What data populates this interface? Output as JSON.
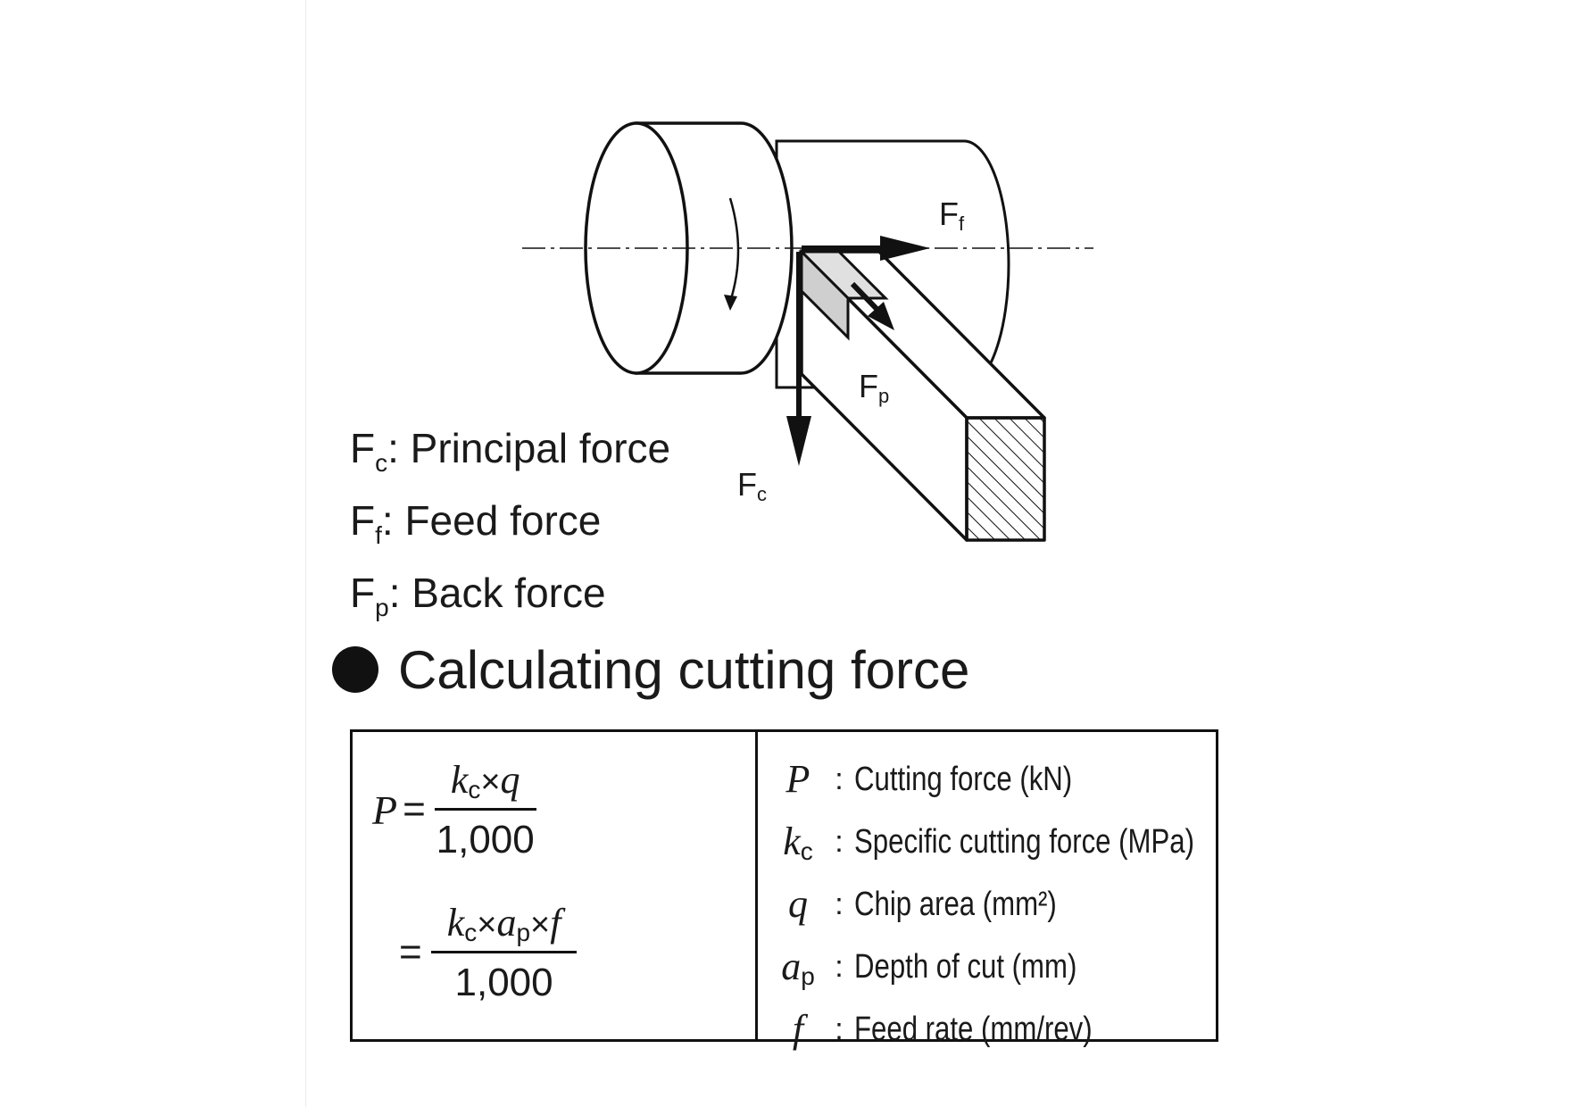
{
  "diagram": {
    "arrow_labels": {
      "ff": {
        "main": "F",
        "sub": "f"
      },
      "fp": {
        "main": "F",
        "sub": "p"
      },
      "fc": {
        "main": "F",
        "sub": "c"
      }
    }
  },
  "legend": [
    {
      "main": "F",
      "sub": "c",
      "text": ": Principal force"
    },
    {
      "main": "F",
      "sub": "f",
      "text": ": Feed force"
    },
    {
      "main": "F",
      "sub": "p",
      "text": ": Back force"
    }
  ],
  "heading": "Calculating cutting force",
  "formula": {
    "lhs": "P",
    "op1": "=",
    "num1": {
      "k": "k",
      "k_sub": "c",
      "times": "×",
      "q": "q"
    },
    "den1": "1,000",
    "op2": "=",
    "num2": {
      "k": "k",
      "k_sub": "c",
      "times1": "×",
      "a": "a",
      "a_sub": "p",
      "times2": "×",
      "f": "f"
    },
    "den2": "1,000"
  },
  "definitions": [
    {
      "symbol": "P",
      "sub": "",
      "colon": ":",
      "text": "Cutting force (kN)"
    },
    {
      "symbol": "k",
      "sub": "c",
      "colon": ":",
      "text": "Specific cutting force (MPa)"
    },
    {
      "symbol": "q",
      "sub": "",
      "colon": ":",
      "text": "Chip area (mm²)"
    },
    {
      "symbol": "a",
      "sub": "p",
      "colon": ":",
      "text": "Depth of cut (mm)"
    },
    {
      "symbol": "f",
      "sub": "",
      "colon": ":",
      "text": "Feed rate (mm/rev)"
    }
  ]
}
